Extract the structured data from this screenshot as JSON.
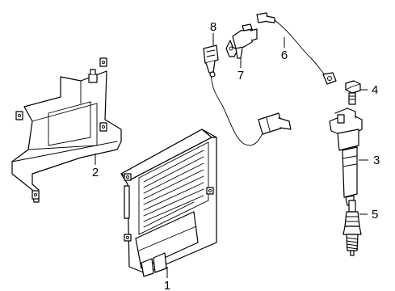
{
  "callouts": [
    {
      "id": "ecu",
      "number": "1"
    },
    {
      "id": "bracket",
      "number": "2"
    },
    {
      "id": "ignition-coil",
      "number": "3"
    },
    {
      "id": "coil-bolt",
      "number": "4"
    },
    {
      "id": "spark-plug",
      "number": "5"
    },
    {
      "id": "oxygen-sensor",
      "number": "6"
    },
    {
      "id": "position-sensor",
      "number": "7"
    },
    {
      "id": "crank-sensor",
      "number": "8"
    }
  ]
}
